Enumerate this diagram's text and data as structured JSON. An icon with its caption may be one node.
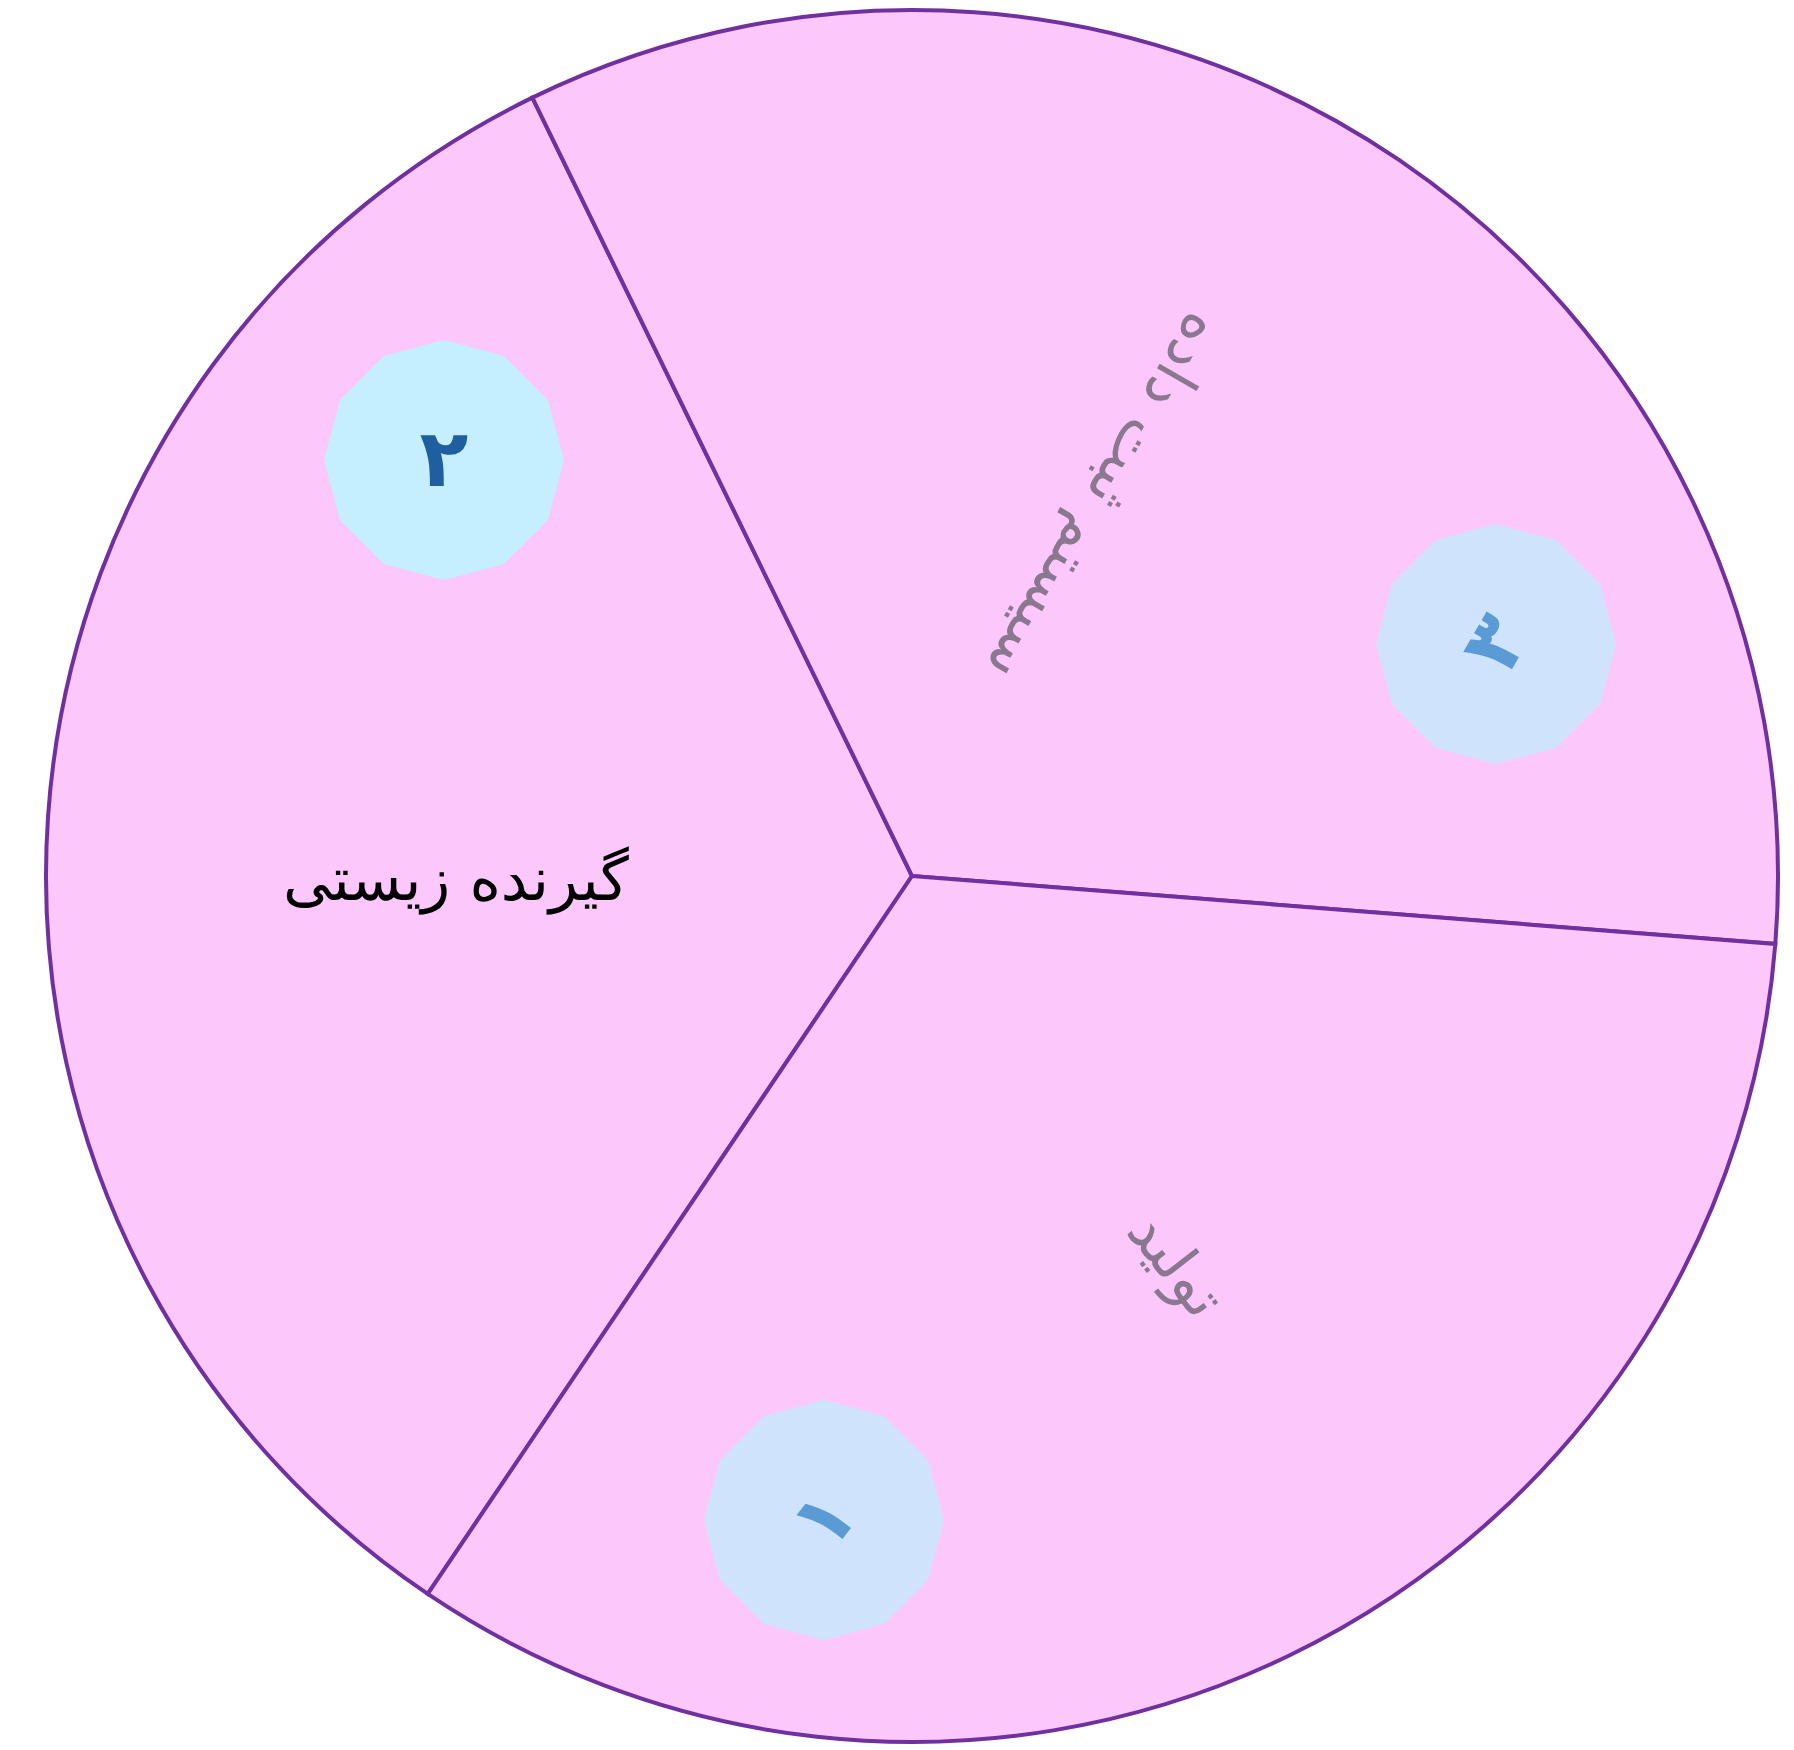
{
  "diagram": {
    "nodes": [
      {
        "text": [
          "گیرنده زیستی"
        ]
      },
      {
        "text": [
          "سیستم ثبت داده"
        ]
      },
      {
        "text": [
          "تولید"
        ]
      },
      {
        "text": [
          "۲"
        ],
        "in": 0
      },
      {
        "text": [
          "۳"
        ],
        "in": 1
      },
      {
        "text": [
          "۱"
        ],
        "in": 2
      }
    ]
  }
}
